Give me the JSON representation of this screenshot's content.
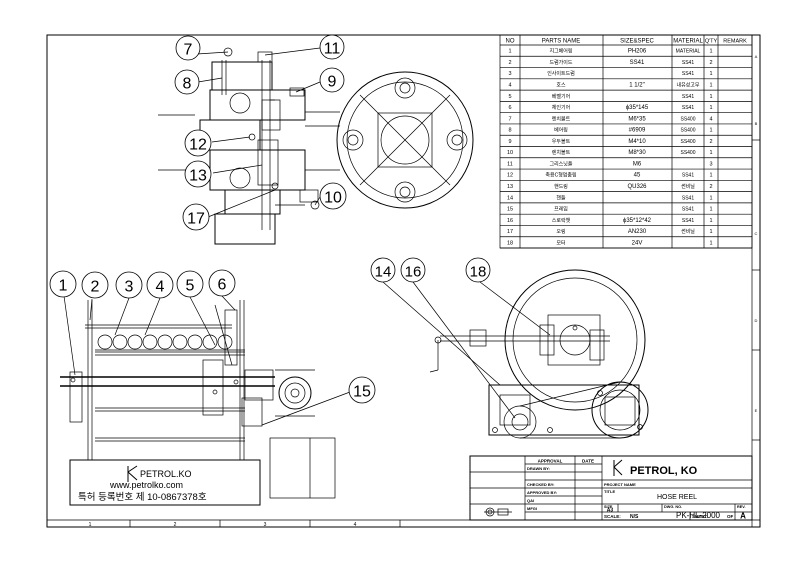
{
  "bom": {
    "headers": {
      "no": "NO",
      "name": "PARTS NAME",
      "spec": "SIZE&SPEC",
      "material": "MATERIAL",
      "qty": "Q'TY",
      "remark": "REMARK"
    },
    "rows": [
      {
        "no": "1",
        "name": "지그베어링",
        "spec": "PH206",
        "material": "MATERIAL",
        "qty": "1"
      },
      {
        "no": "2",
        "name": "드럼가이드",
        "spec": "SS41",
        "material": "SS41",
        "qty": "2"
      },
      {
        "no": "3",
        "name": "인사이트드럼",
        "spec": "",
        "material": "SS41",
        "qty": "1"
      },
      {
        "no": "4",
        "name": "호스",
        "spec": "1 1/2\"",
        "material": "내유성고무",
        "qty": "1"
      },
      {
        "no": "5",
        "name": "베벨기어",
        "spec": "",
        "material": "SS41",
        "qty": "1"
      },
      {
        "no": "6",
        "name": "체인기어",
        "spec": "ϕ35*145",
        "material": "SS41",
        "qty": "1"
      },
      {
        "no": "7",
        "name": "렌치볼트",
        "spec": "M6*35",
        "material": "SS400",
        "qty": "4"
      },
      {
        "no": "8",
        "name": "베어링",
        "spec": "#6909",
        "material": "SS400",
        "qty": "1"
      },
      {
        "no": "9",
        "name": "우두볼트",
        "spec": "M4*10",
        "material": "SS400",
        "qty": "2"
      },
      {
        "no": "10",
        "name": "렌치볼트",
        "spec": "M8*30",
        "material": "SS400",
        "qty": "1"
      },
      {
        "no": "11",
        "name": "그리스닛플",
        "spec": "M6",
        "material": "",
        "qty": "3"
      },
      {
        "no": "12",
        "name": "축용C형멈춤링",
        "spec": "45",
        "material": "SS41",
        "qty": "1"
      },
      {
        "no": "13",
        "name": "핸드링",
        "spec": "QU326",
        "material": "썬비닐",
        "qty": "2"
      },
      {
        "no": "14",
        "name": "핸들",
        "spec": "",
        "material": "SS41",
        "qty": "1"
      },
      {
        "no": "15",
        "name": "프레임",
        "spec": "",
        "material": "SS41",
        "qty": "1"
      },
      {
        "no": "16",
        "name": "스로락챗",
        "spec": "ϕ35*12*42",
        "material": "SS41",
        "qty": "1"
      },
      {
        "no": "17",
        "name": "오링",
        "spec": "AN230",
        "material": "썬비닐",
        "qty": "1"
      },
      {
        "no": "18",
        "name": "모터",
        "spec": "24V",
        "material": "",
        "qty": "1"
      }
    ]
  },
  "balloons": {
    "b1": "1",
    "b2": "2",
    "b3": "3",
    "b4": "4",
    "b5": "5",
    "b6": "6",
    "b7": "7",
    "b8": "8",
    "b9": "9",
    "b10": "10",
    "b11": "11",
    "b12": "12",
    "b13": "13",
    "b14": "14",
    "b15": "15",
    "b16": "16",
    "b17": "17",
    "b18": "18"
  },
  "nameplate": {
    "brand": "PETROL.KO",
    "url": "www.petrolko.com",
    "patent": "특허 등록번호 제 10-0867378호"
  },
  "title_block": {
    "approval": "APPROVAL",
    "date": "DATE",
    "drawn_by": "DRAWN BY:",
    "checked_by": "CHECKED BY:",
    "approved_by": "APPROVED BY:",
    "qai": "QAI",
    "mfgi": "MFGI",
    "company": "PETROL, KO",
    "project_name": "PROJECT NAME",
    "title_label": "TITLE",
    "title": "HOSE REEL",
    "size_label": "SIZE",
    "size": "A3",
    "dwg_no_label": "DWG. NO.",
    "dwg_no": "PK-HL-2000",
    "rev_label": "REV.",
    "rev": "A",
    "scale_label": "SCALE:",
    "scale": "N/S",
    "sheet_label": "SHEET:",
    "sheet": "OF"
  },
  "frame": {
    "cols": [
      "1",
      "2",
      "3",
      "4"
    ],
    "rows": [
      "A",
      "B",
      "C",
      "D",
      "E"
    ]
  }
}
